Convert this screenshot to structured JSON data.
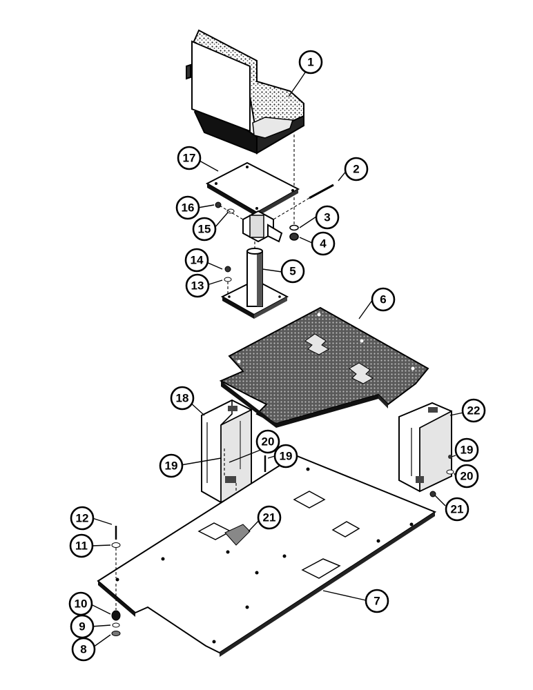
{
  "diagram": {
    "callouts": [
      {
        "id": "c1",
        "label": "1"
      },
      {
        "id": "c2",
        "label": "2"
      },
      {
        "id": "c3",
        "label": "3"
      },
      {
        "id": "c4",
        "label": "4"
      },
      {
        "id": "c5",
        "label": "5"
      },
      {
        "id": "c6",
        "label": "6"
      },
      {
        "id": "c7",
        "label": "7"
      },
      {
        "id": "c8",
        "label": "8"
      },
      {
        "id": "c9",
        "label": "9"
      },
      {
        "id": "c10",
        "label": "10"
      },
      {
        "id": "c11",
        "label": "11"
      },
      {
        "id": "c12",
        "label": "12"
      },
      {
        "id": "c13",
        "label": "13"
      },
      {
        "id": "c14",
        "label": "14"
      },
      {
        "id": "c15",
        "label": "15"
      },
      {
        "id": "c16",
        "label": "16"
      },
      {
        "id": "c17",
        "label": "17"
      },
      {
        "id": "c18",
        "label": "18"
      },
      {
        "id": "c19a",
        "label": "19"
      },
      {
        "id": "c19b",
        "label": "19"
      },
      {
        "id": "c19c",
        "label": "19"
      },
      {
        "id": "c20a",
        "label": "20"
      },
      {
        "id": "c20b",
        "label": "20"
      },
      {
        "id": "c21a",
        "label": "21"
      },
      {
        "id": "c21b",
        "label": "21"
      },
      {
        "id": "c22",
        "label": "22"
      }
    ]
  }
}
